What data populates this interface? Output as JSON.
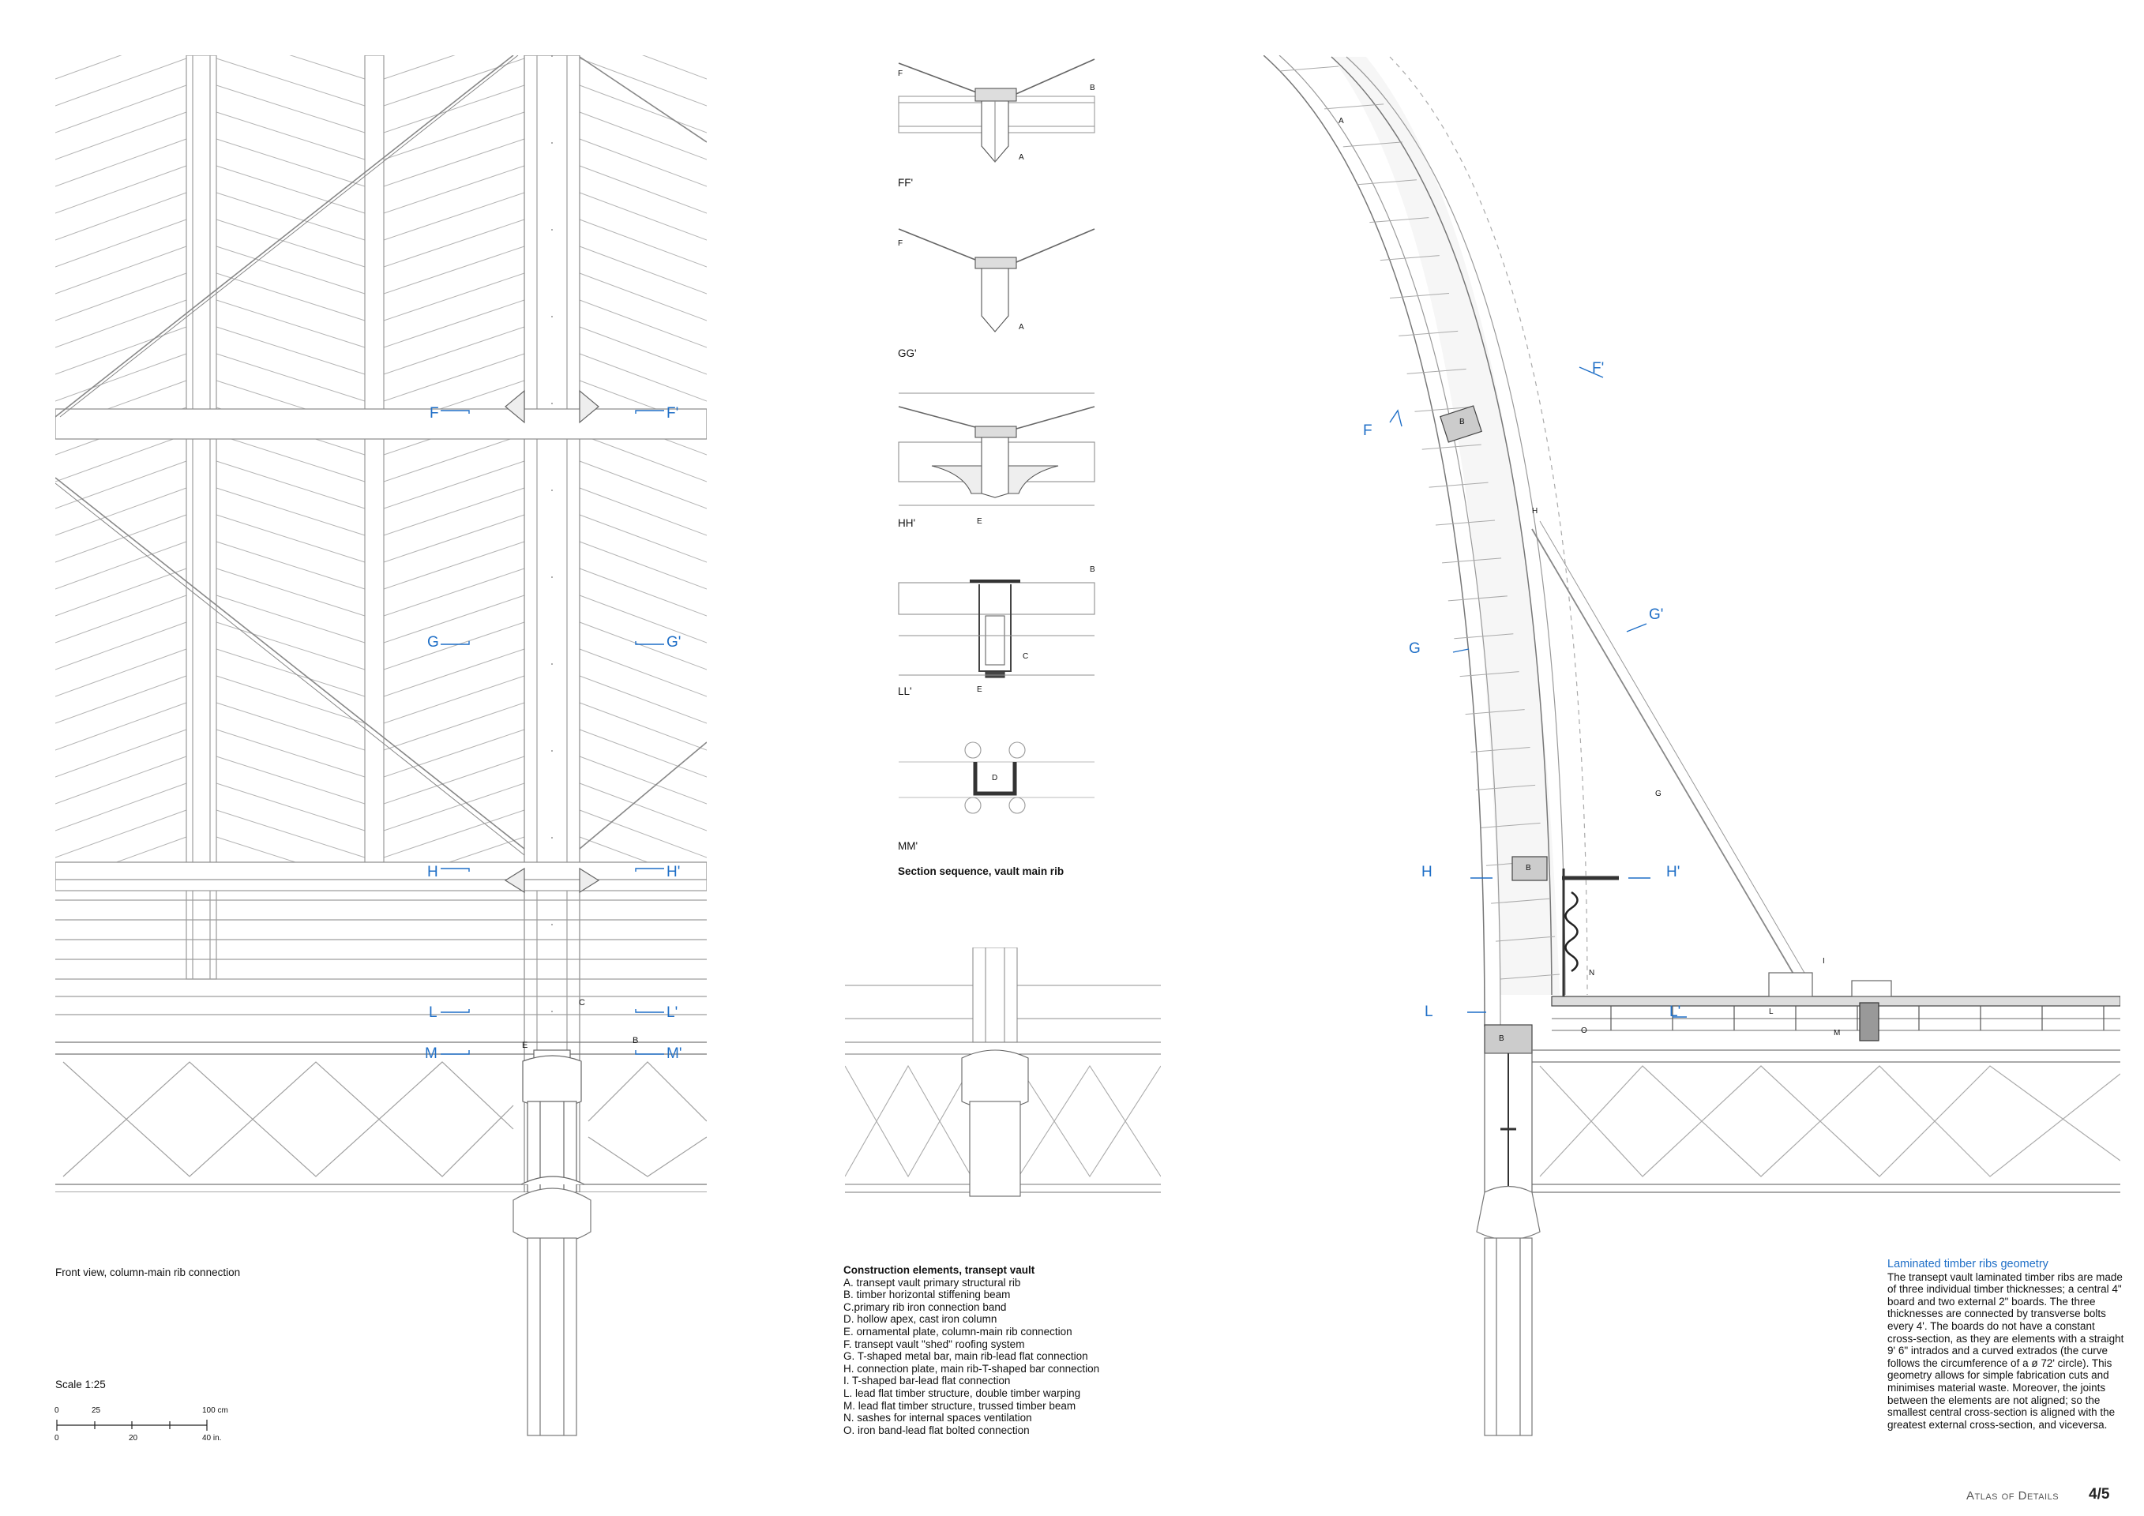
{
  "front_view": {
    "caption": "Front view, column-main rib connection",
    "section_marks": [
      {
        "left": "F",
        "right": "F'"
      },
      {
        "left": "G",
        "right": "G'"
      },
      {
        "left": "H",
        "right": "H'"
      },
      {
        "left": "L",
        "right": "L'"
      },
      {
        "left": "M",
        "right": "M'"
      }
    ],
    "letters": [
      "C",
      "E",
      "B"
    ]
  },
  "scale": {
    "title": "Scale 1:25",
    "cm_ticks": [
      "0",
      "25",
      "100 cm"
    ],
    "in_ticks": [
      "0",
      "20",
      "40 in."
    ]
  },
  "sections": {
    "title": "Section sequence, vault main rib",
    "items": [
      {
        "label": "FF'",
        "letters": [
          "F",
          "B",
          "A"
        ]
      },
      {
        "label": "GG'",
        "letters": [
          "F",
          "A"
        ]
      },
      {
        "label": "HH'",
        "letters": [
          "E"
        ]
      },
      {
        "label": "LL'",
        "letters": [
          "B",
          "C",
          "E"
        ]
      },
      {
        "label": "MM'",
        "letters": [
          "D"
        ]
      }
    ]
  },
  "legend": {
    "title": "Construction elements, transept vault",
    "items": [
      "A. transept vault primary structural rib",
      "B. timber horizontal stiffening beam",
      "C.primary rib iron connection band",
      "D. hollow apex, cast iron column",
      "E. ornamental plate, column-main rib connection",
      "F. transept vault \"shed\" roofing system",
      "G. T-shaped metal bar, main rib-lead flat connection",
      "H. connection plate, main rib-T-shaped bar connection",
      "I.  T-shaped bar-lead flat connection",
      "L. lead flat timber structure, double timber warping",
      "M. lead flat timber structure, trussed timber beam",
      "N. sashes for internal spaces ventilation",
      "O. iron band-lead flat bolted connection"
    ]
  },
  "rib_section": {
    "marks": [
      "F",
      "F'",
      "G",
      "G'",
      "H",
      "H'",
      "L",
      "L'"
    ],
    "letters": [
      "A",
      "B",
      "B",
      "B",
      "H",
      "G",
      "I",
      "N",
      "O",
      "L",
      "M"
    ]
  },
  "notes": {
    "title": "Laminated timber ribs geometry",
    "lines": [
      "The transept vault laminated timber ribs are made",
      "of three individual timber thicknesses; a central 4\"",
      "board and two external 2\" boards. The three",
      "thicknesses are connected by transverse bolts",
      "every 4'. The boards do not have a constant",
      "cross-section, as they are elements with a straight",
      "9' 6\" intrados and a curved extrados (the curve",
      "follows the circumference of a ø 72' circle). This",
      "geometry allows for simple fabrication cuts and",
      "minimises material waste. Moreover, the joints",
      "between the elements are not aligned; so the",
      "smallest central cross-section is aligned with the",
      "greatest external cross-section, and viceversa."
    ]
  },
  "footer": {
    "brand": "Atlas of Details",
    "page": "4/5"
  },
  "colors": {
    "accent": "#1f6fc7",
    "line": "#9a9a9a",
    "dark": "#333333"
  }
}
